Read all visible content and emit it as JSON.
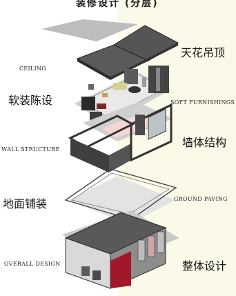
{
  "title_cut": "装修设计 (分层)",
  "layers": [
    {
      "id": "ceiling",
      "en": "CEILING",
      "zh": "天花吊顶"
    },
    {
      "id": "soft",
      "en": "SOFT FURNISHINGS",
      "zh": "软装陈设"
    },
    {
      "id": "wall",
      "en": "WALL STRUCTURE",
      "zh": "墙体结构"
    },
    {
      "id": "ground",
      "en": "GROUND PAVING",
      "zh": "地面铺装"
    },
    {
      "id": "overall",
      "en": "OVERALL DESIGN",
      "zh": "整体设计"
    }
  ],
  "colors": {
    "roof": "#555555",
    "shadow": "#bdbdbd",
    "accent_red": "#a3172b",
    "wall": "#3f3f3f",
    "floor_pink": "#f4d6d6"
  }
}
